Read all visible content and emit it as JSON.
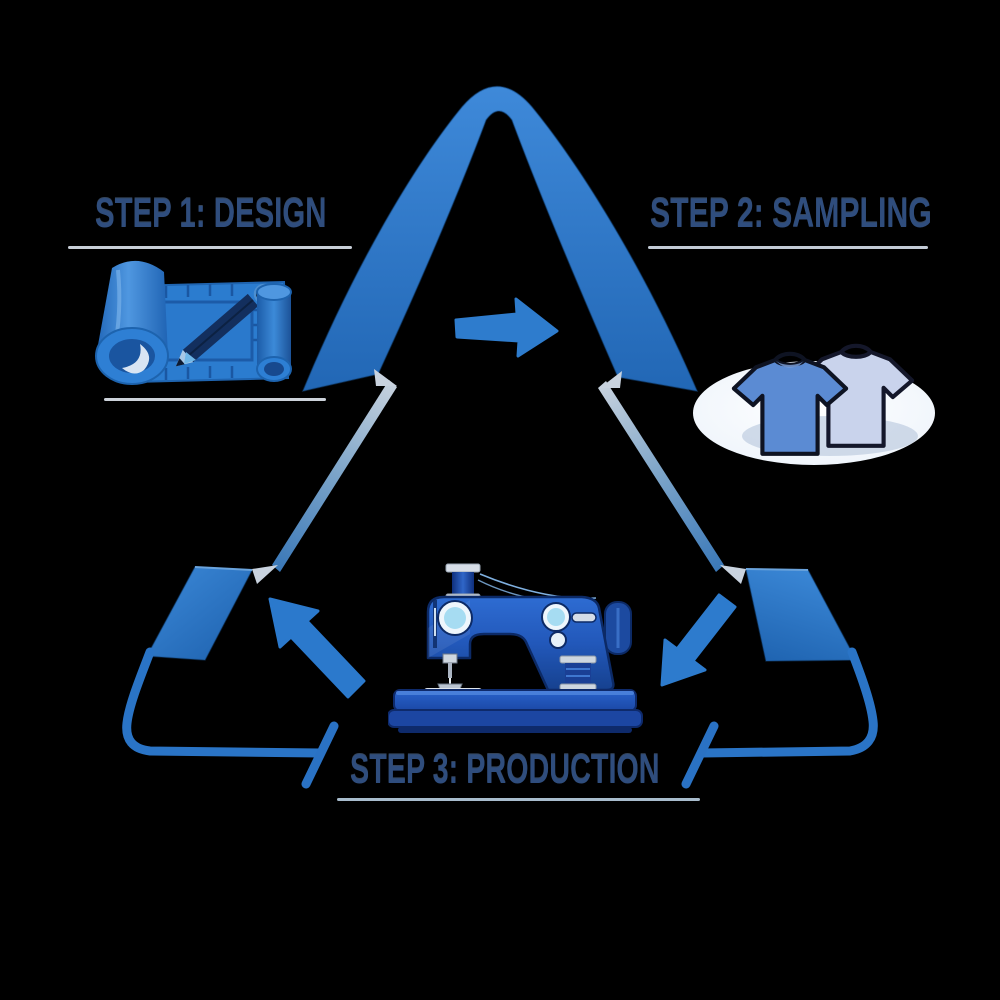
{
  "page": {
    "background": "#000000"
  },
  "diagram": {
    "cycle_shape": "rounded-triangle-ribbon",
    "steps": [
      {
        "label": "STEP 1: DESIGN",
        "icon": "blueprint-pencil-icon",
        "position": "top-left"
      },
      {
        "label": "STEP 2: SAMPLING",
        "icon": "t-shirts-icon",
        "position": "top-right"
      },
      {
        "label": "STEP 3: PRODUCTION",
        "icon": "sewing-machine-icon",
        "position": "bottom-center"
      }
    ],
    "arrows": [
      {
        "icon": "arrow-right-icon",
        "from": "STEP 1: DESIGN",
        "to": "STEP 2: SAMPLING"
      },
      {
        "icon": "arrow-down-left-icon",
        "from": "STEP 2: SAMPLING",
        "to": "STEP 3: PRODUCTION"
      },
      {
        "icon": "arrow-up-left-icon",
        "from": "STEP 3: PRODUCTION",
        "to": "STEP 1: DESIGN"
      }
    ],
    "colors": {
      "triangle": "#2b7ace",
      "triangle_dark": "#1d5fae",
      "arrow": "#2d7bcd",
      "label_text": "#2f4d7d",
      "underline": "#c7cfd9",
      "wedge": "#c9d3df",
      "shirt_front": "#5b8bd3",
      "shirt_back": "#c9d3ec",
      "machine_body": "#2a63c8"
    }
  }
}
